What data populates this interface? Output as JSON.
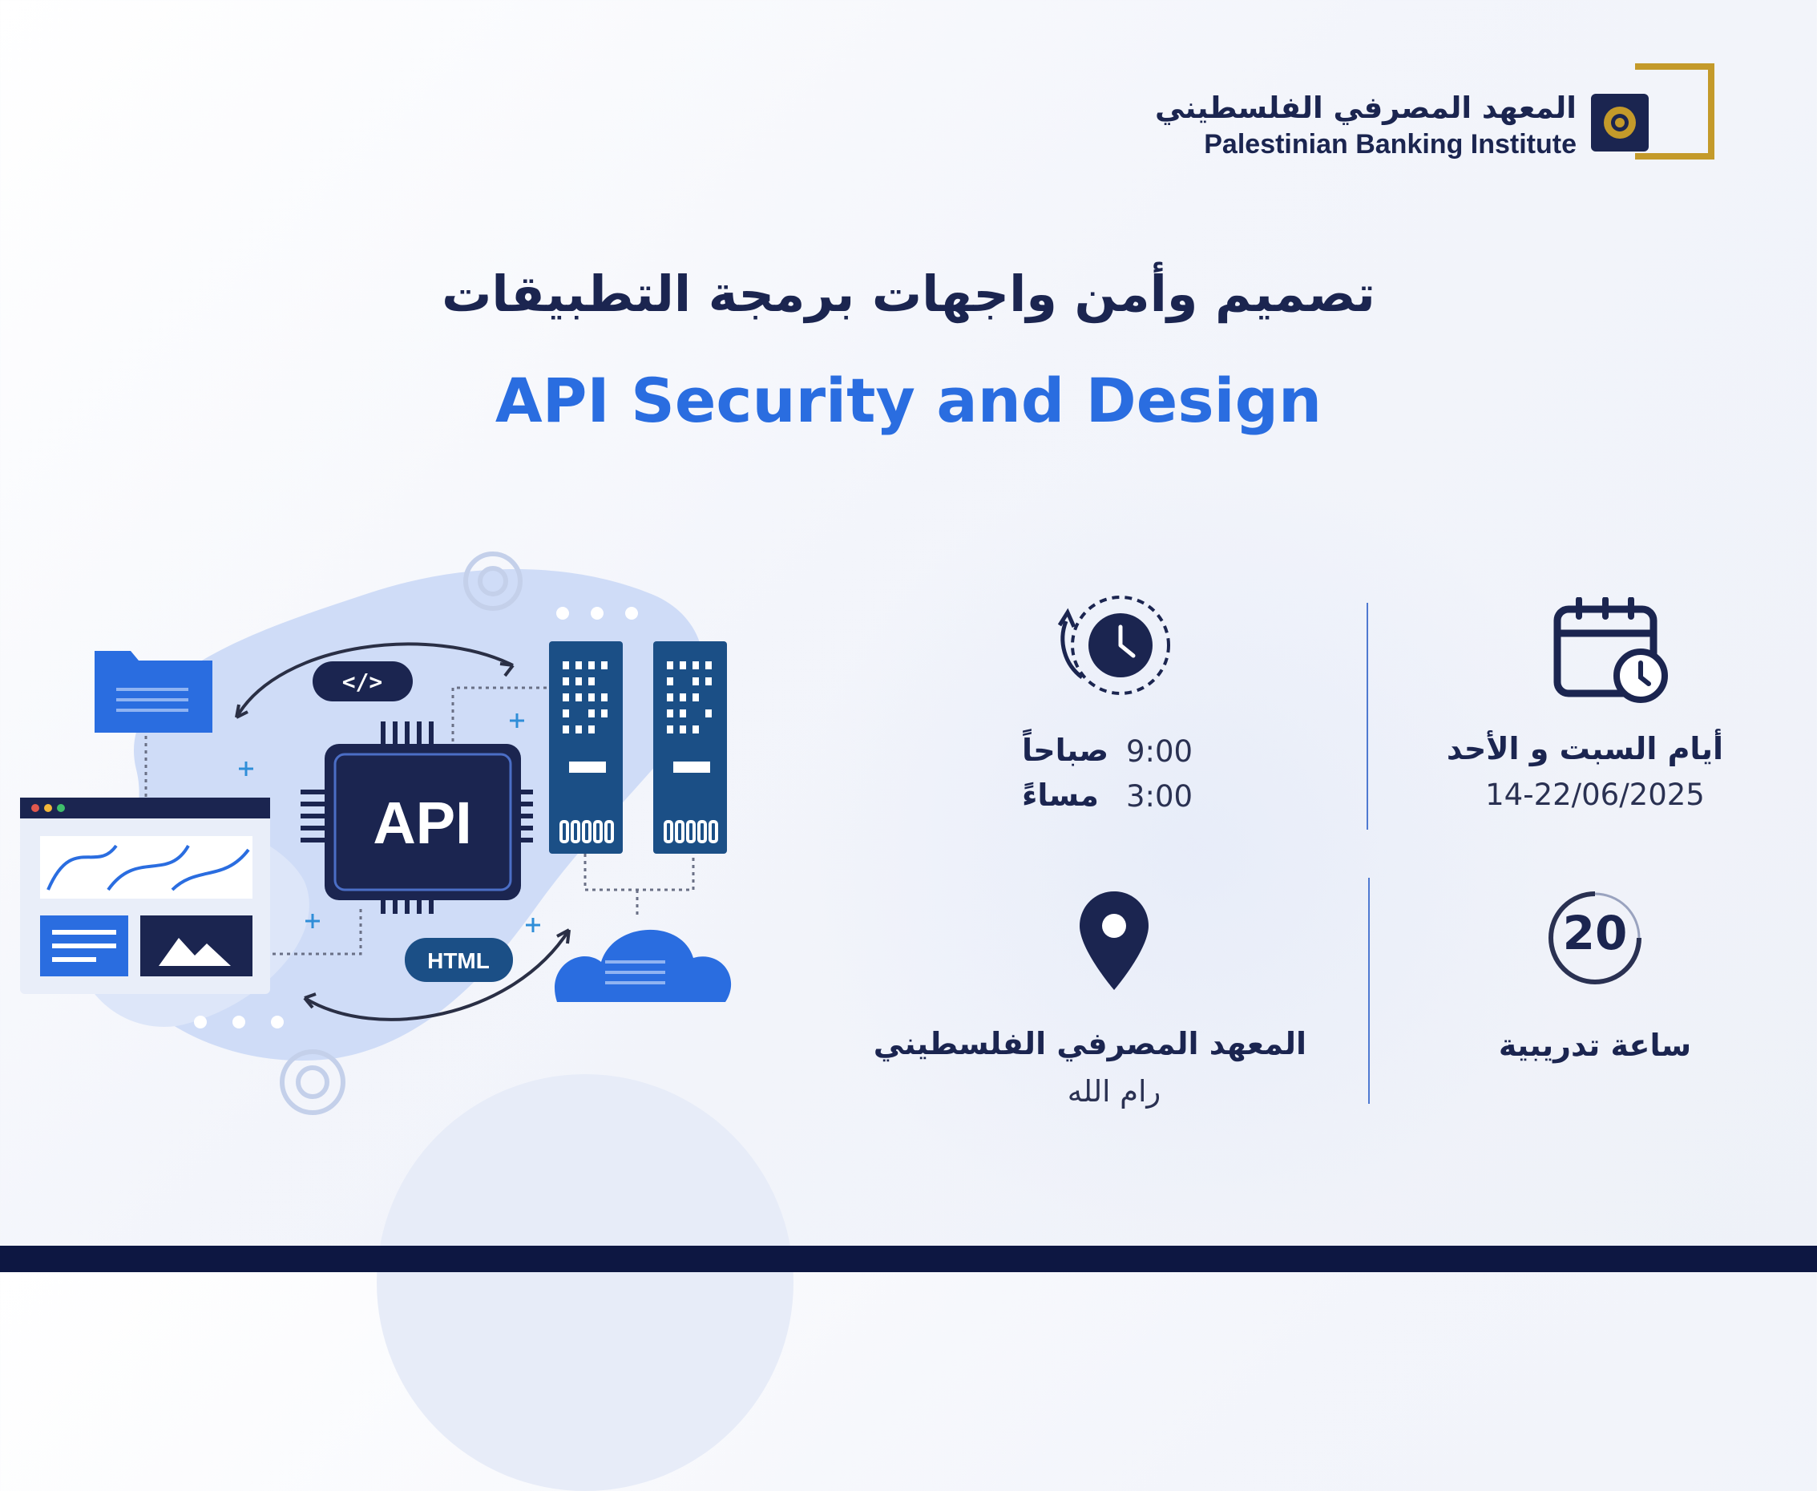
{
  "institute": {
    "name_ar": "المعهد المصرفي الفلسطيني",
    "name_en": "Palestinian Banking Institute",
    "logo_icon": "pbi-logo-icon",
    "brand_gold": "#c49a2a",
    "brand_navy": "#1b2550"
  },
  "course": {
    "title_ar": "تصميم وأمن واجهات برمجة التطبيقات",
    "title_en": "API Security and Design"
  },
  "illustration": {
    "chip_label": "API",
    "code_badge": "</>",
    "html_badge": "HTML",
    "accent": "#2a6de0"
  },
  "schedule": {
    "time_icon": "clock-icon",
    "start_time": "9:00",
    "start_period": "صباحاً",
    "end_time": "3:00",
    "end_period": "مساءً",
    "days_icon": "calendar-icon",
    "days": "أيام السبت و الأحد",
    "dates": "14-22/06/2025"
  },
  "venue": {
    "icon": "location-pin-icon",
    "name": "المعهد المصرفي الفلسطيني",
    "city": "رام الله"
  },
  "hours": {
    "count": "20",
    "label": "ساعة تدريبية"
  }
}
